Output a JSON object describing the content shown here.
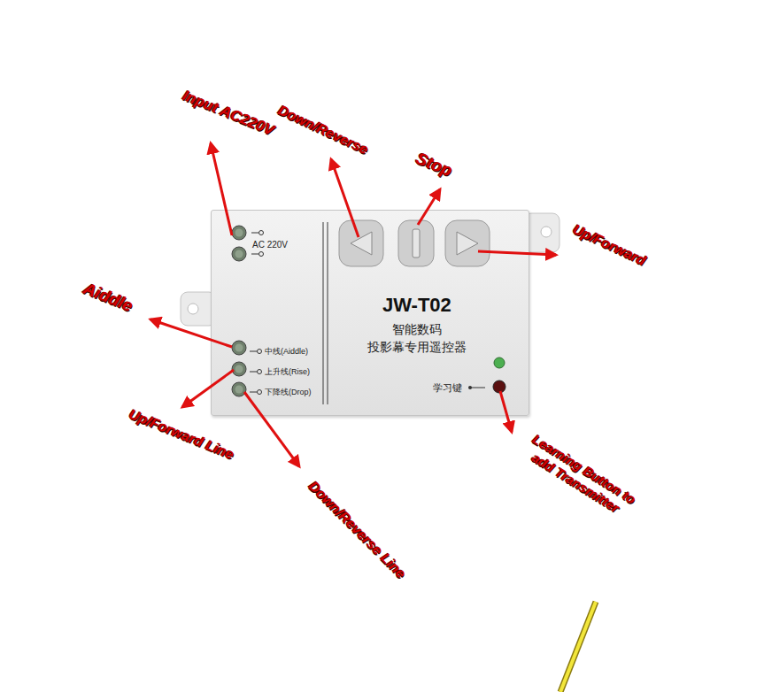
{
  "diagram": {
    "nodes": [
      {
        "text": [
          "AC 220V",
          "JW-T02",
          "智能数码 投影幕专用遥控器",
          "中线(Aiddle)",
          "上升线(Rise)",
          "下降线(Drop)",
          "学习键"
        ]
      }
    ],
    "labels": [
      "Input AC220V",
      "Down/Reverse",
      "Stop",
      "Up/Forward",
      "Aiddle",
      "Up/Forward Line",
      "Down/Reverse Line",
      "Learning Button to add Transmitter"
    ]
  }
}
